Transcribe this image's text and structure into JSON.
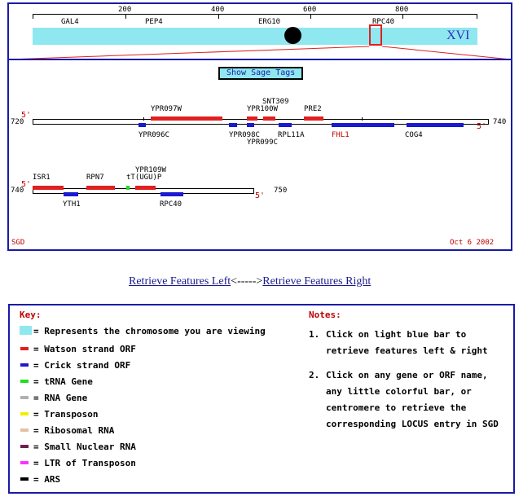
{
  "ruler": {
    "ticks": [
      "200",
      "400",
      "600",
      "800"
    ]
  },
  "chromosome": {
    "label": "XVI",
    "genes_top": [
      "GAL4",
      "PEP4",
      "ERG10",
      "RPC40"
    ]
  },
  "show_sage_button": "Show Sage Tags",
  "row1": {
    "start": "720",
    "end": "740",
    "left_end_mark": "5'",
    "right_end_mark": "5'",
    "watson": [
      "YPR097W",
      "YPR100W",
      "SNT309",
      "PRE2"
    ],
    "crick": [
      "YPR096C",
      "YPR098C",
      "YPR099C",
      "RPL11A",
      "FHL1",
      "COG4"
    ]
  },
  "row2": {
    "start": "740",
    "end": "750",
    "left_end_mark": "5'",
    "right_end_mark": "5'",
    "watson": [
      "ISR1",
      "RPN7",
      "tT(UGU)P",
      "YPR109W"
    ],
    "crick": [
      "YTH1",
      "RPC40"
    ]
  },
  "footer": {
    "left": "SGD",
    "right": "Oct 6 2002"
  },
  "nav": {
    "left_link": "Retrieve Features Left",
    "separator": "<----->",
    "right_link": "Retrieve Features Right"
  },
  "key": {
    "title": "Key:",
    "items": [
      {
        "label": "= Represents the chromosome you are viewing",
        "color": "#8fe7f0"
      },
      {
        "label": "= Watson strand ORF",
        "color": "#e02020"
      },
      {
        "label": "= Crick strand ORF",
        "color": "#1a1ad0"
      },
      {
        "label": "= tRNA Gene",
        "color": "#22dd22"
      },
      {
        "label": "= RNA Gene",
        "color": "#b0b0b0"
      },
      {
        "label": "= Transposon",
        "color": "#f0f000"
      },
      {
        "label": "= Ribosomal RNA",
        "color": "#e8c0a0"
      },
      {
        "label": "= Small Nuclear RNA",
        "color": "#702050"
      },
      {
        "label": "= LTR of Transposon",
        "color": "#ff30ff"
      },
      {
        "label": "= ARS",
        "color": "#000000"
      }
    ]
  },
  "notes": {
    "title": "Notes:",
    "items": [
      {
        "num": "1.",
        "text": "Click on light blue bar to retrieve features left & right"
      },
      {
        "num": "2.",
        "text": "Click on any gene or ORF name, any little colorful bar, or centromere to retrieve the corresponding LOCUS entry in SGD"
      }
    ]
  }
}
